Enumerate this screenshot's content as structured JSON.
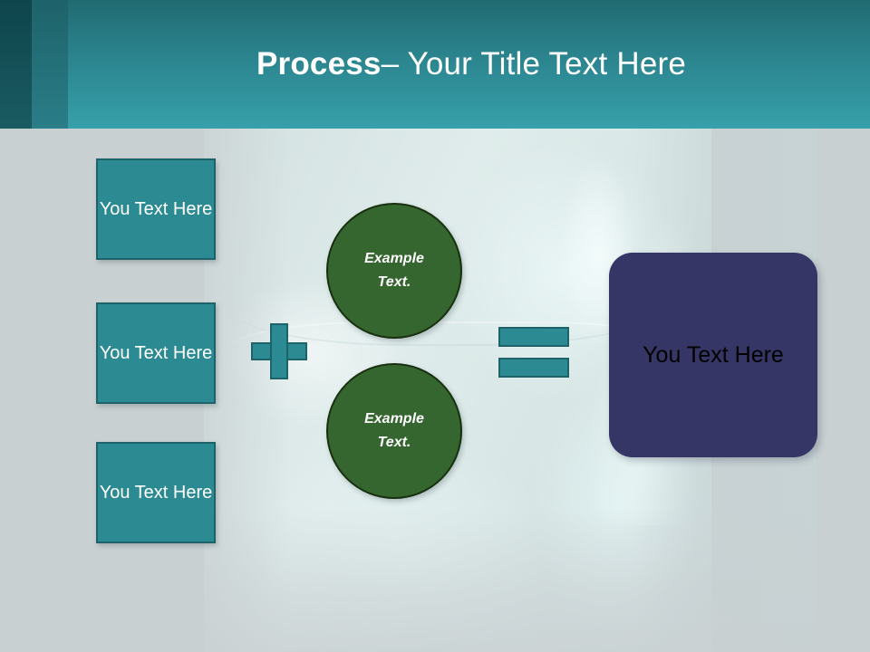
{
  "slide": {
    "header": {
      "title_strong": "Process",
      "title_rest": " – Your Title Text Here"
    },
    "inputs": [
      {
        "label": "You Text Here"
      },
      {
        "label": "You Text Here"
      },
      {
        "label": "You Text Here"
      }
    ],
    "operators": {
      "plus": "+",
      "equals": "="
    },
    "circles": [
      {
        "line1": "Example",
        "line2": "Text."
      },
      {
        "line1": "Example",
        "line2": "Text."
      }
    ],
    "result": {
      "label": "You Text Here"
    },
    "colors": {
      "header_gradient_top": "#216a72",
      "header_gradient_bottom": "#37a0aa",
      "header_band_dark": "#0f454c",
      "header_band_mid": "#1e626a",
      "teal_fill": "#2b8a92",
      "teal_border": "#1d6369",
      "green_fill": "#36662f",
      "green_border": "#18300f",
      "purple_fill": "#353566",
      "slide_background": "#c9d0d2",
      "title_text": "#ffffff",
      "result_text": "#000000"
    }
  }
}
